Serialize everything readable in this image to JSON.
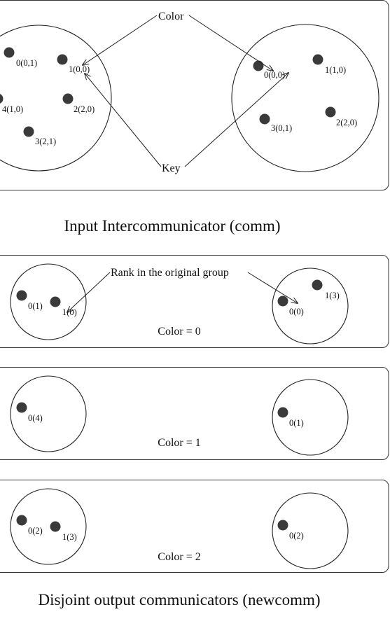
{
  "input": {
    "callout_color": "Color",
    "callout_key": "Key",
    "left_nodes": [
      "0(0,1)",
      "1(0,0)",
      "4(1,0)",
      "2(2,0)",
      "3(2,1)"
    ],
    "right_nodes": [
      "0(0,0)",
      "1(1,0)",
      "3(0,1)",
      "2(2,0)"
    ],
    "caption": "Input Intercommunicator (comm)"
  },
  "outputs": [
    {
      "callout": "Rank in the original group",
      "color_label": "Color = 0",
      "left_nodes": [
        "0(1)",
        "1(0)"
      ],
      "right_nodes": [
        "0(0)",
        "1(3)"
      ]
    },
    {
      "color_label": "Color = 1",
      "left_nodes": [
        "0(4)"
      ],
      "right_nodes": [
        "0(1)"
      ]
    },
    {
      "color_label": "Color = 2",
      "left_nodes": [
        "0(2)",
        "1(3)"
      ],
      "right_nodes": [
        "0(2)"
      ]
    }
  ],
  "output_caption": "Disjoint output communicators (newcomm)"
}
